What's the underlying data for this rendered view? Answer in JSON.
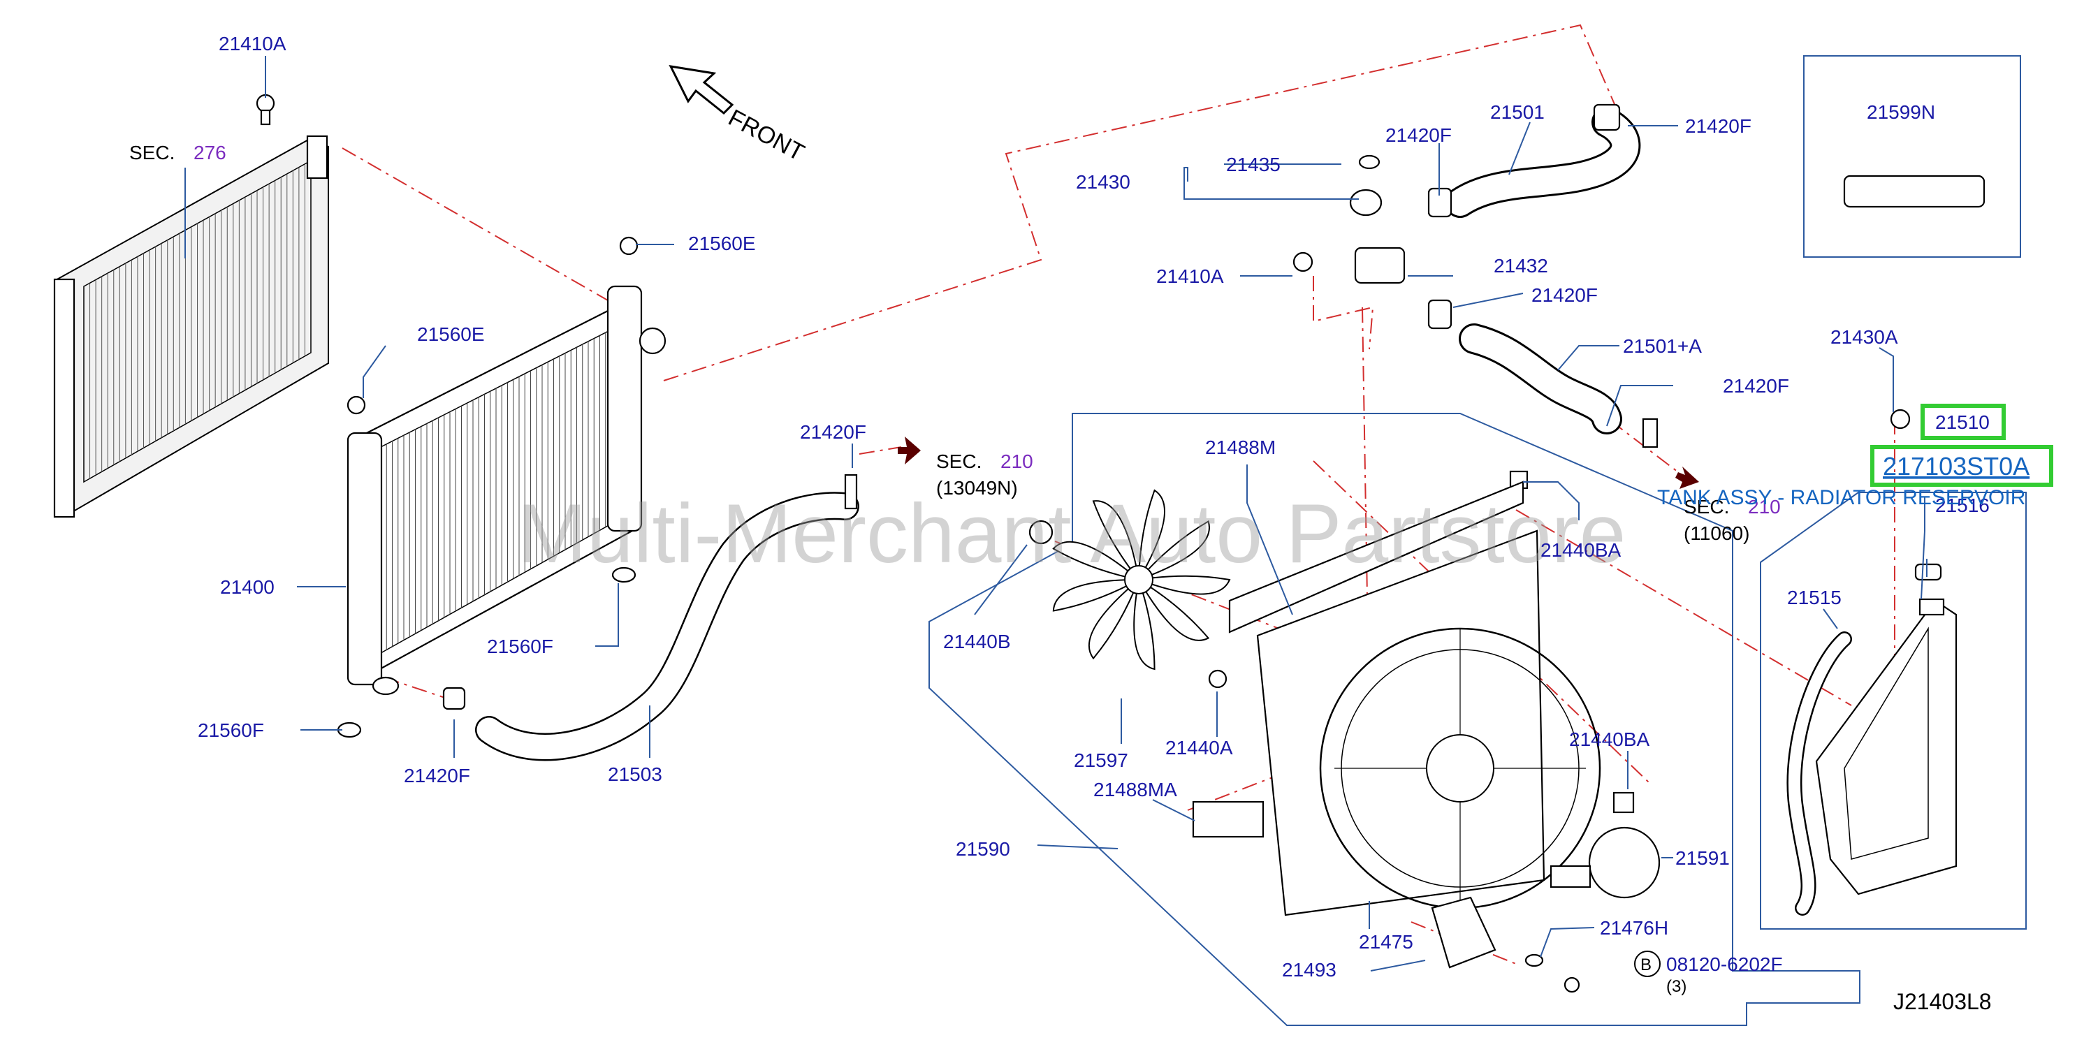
{
  "watermark": "Multi-Merchant Auto Partstore",
  "diagram_id": "J21403L8",
  "front_label": "FRONT",
  "sections": {
    "sec276": {
      "label": "SEC.",
      "number": "276"
    },
    "sec210a": {
      "label": "SEC.",
      "number": "210",
      "ref": "(13049N)"
    },
    "sec210b": {
      "label": "SEC.",
      "number": "210",
      "ref": "(11060)"
    }
  },
  "highlight": {
    "part_number": "21510",
    "link_text": "217103ST0A",
    "description": "TANK ASSY - RADIATOR RESERVOIR"
  },
  "bolt_ref": {
    "symbol": "B",
    "number": "08120-6202F",
    "qty": "(3)"
  },
  "parts": {
    "p21410A_top": "21410A",
    "p21560E_a": "21560E",
    "p21560E_b": "21560E",
    "p21400": "21400",
    "p21560F_a": "21560F",
    "p21560F_b": "21560F",
    "p21420F_a": "21420F",
    "p21503": "21503",
    "p21420F_b": "21420F",
    "p21430": "21430",
    "p21435": "21435",
    "p21420F_c": "21420F",
    "p21501": "21501",
    "p21420F_d": "21420F",
    "p21410A_mid": "21410A",
    "p21432": "21432",
    "p21420F_e": "21420F",
    "p21501A": "21501+A",
    "p21420F_f": "21420F",
    "p21599N": "21599N",
    "p21430A": "21430A",
    "p21516": "21516",
    "p21515": "21515",
    "p21488M": "21488M",
    "p21440BA_a": "21440BA",
    "p21440B": "21440B",
    "p21440A": "21440A",
    "p21597": "21597",
    "p21440BA_b": "21440BA",
    "p21488MA": "21488MA",
    "p21590": "21590",
    "p21591": "21591",
    "p21476H": "21476H",
    "p21475": "21475",
    "p21493": "21493"
  }
}
